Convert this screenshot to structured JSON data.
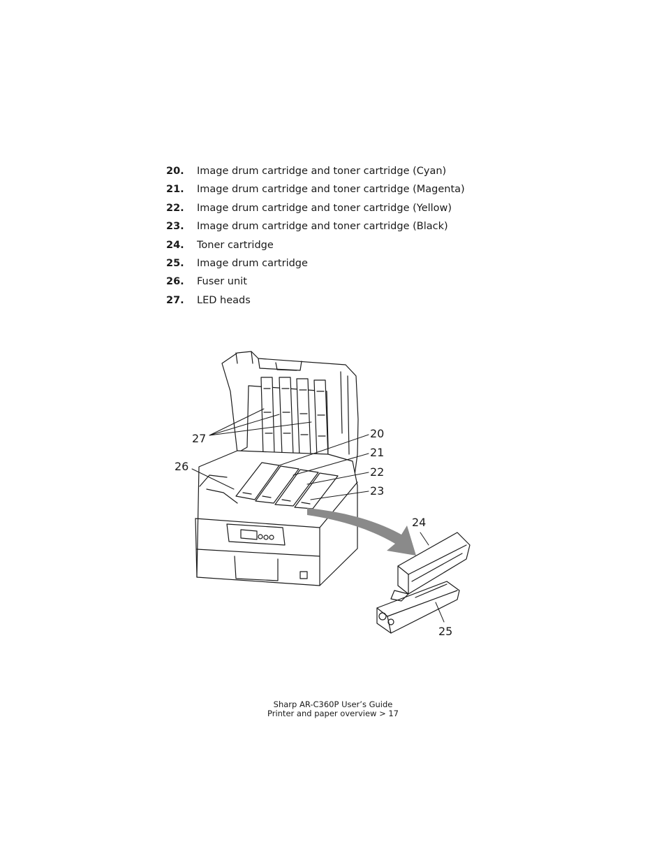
{
  "legend": [
    {
      "num": "20.",
      "text": "Image drum cartridge and toner cartridge (Cyan)"
    },
    {
      "num": "21.",
      "text": "Image drum cartridge and toner cartridge (Magenta)"
    },
    {
      "num": "22.",
      "text": "Image drum cartridge and toner cartridge (Yellow)"
    },
    {
      "num": "23.",
      "text": "Image drum cartridge and toner cartridge (Black)"
    },
    {
      "num": "24.",
      "text": "Toner cartridge"
    },
    {
      "num": "25.",
      "text": "Image drum cartridge"
    },
    {
      "num": "26.",
      "text": "Fuser unit"
    },
    {
      "num": "27.",
      "text": "LED heads"
    }
  ],
  "figure": {
    "callouts": {
      "c20": "20",
      "c21": "21",
      "c22": "22",
      "c23": "23",
      "c24": "24",
      "c25": "25",
      "c26": "26",
      "c27": "27"
    }
  },
  "footer": {
    "line1": "Sharp AR-C360P User’s Guide",
    "line2": "Printer and paper overview > 17"
  }
}
